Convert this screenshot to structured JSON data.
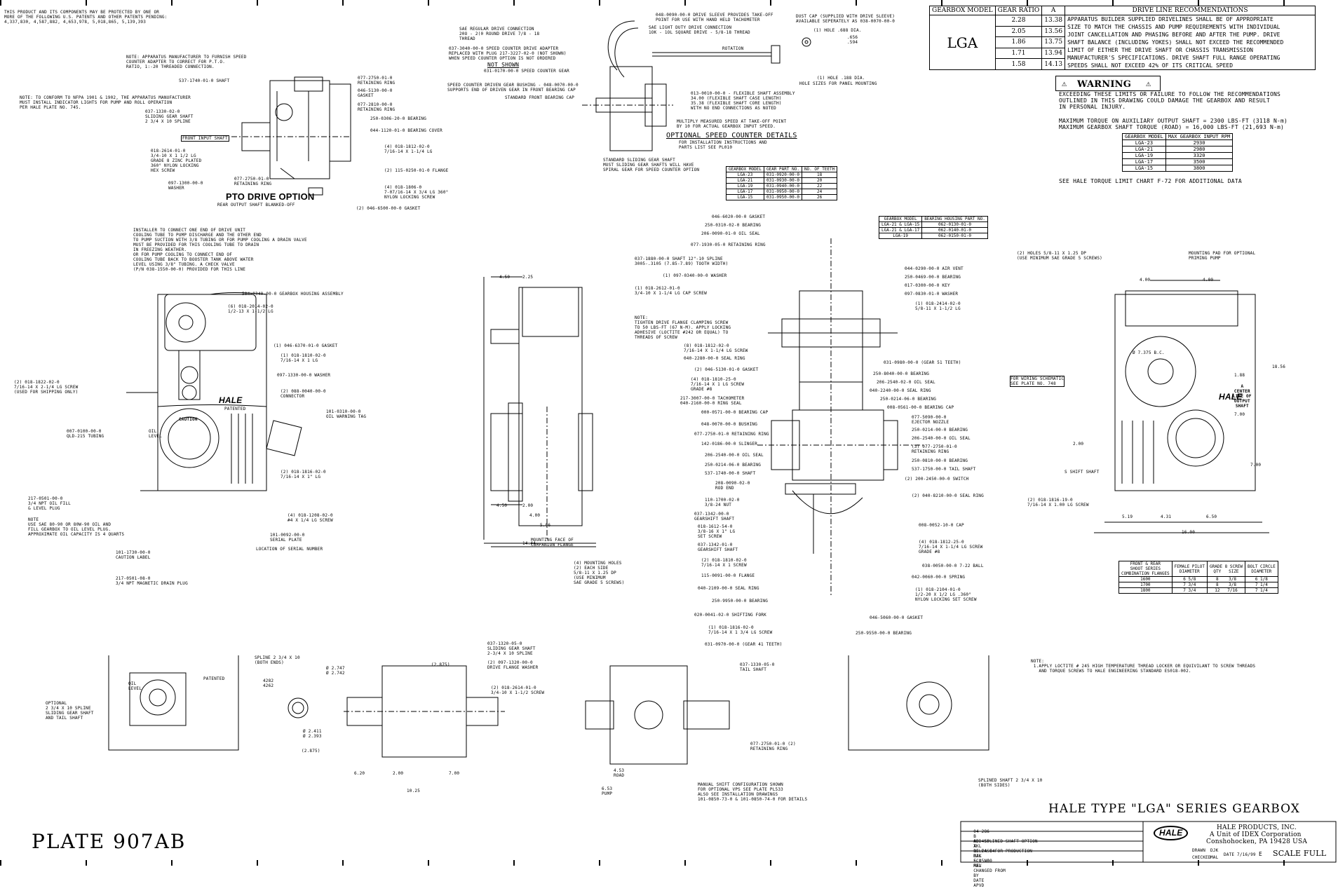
{
  "patent_note": "THIS PRODUCT AND ITS COMPONENTS MAY BE PROTECTED BY ONE OR\nMORE OF THE FOLLOWING U.S. PATENTS AND OTHER PATENTS PENDING:\n4,337,830, 4,587,882, 4,653,978, 5,018,865, 5,139,393",
  "driveline_table": {
    "headers": [
      "GEARBOX MODEL",
      "GEAR RATIO",
      "A",
      "DRIVE LINE RECOMMENDATIONS"
    ],
    "model": "LGA",
    "rows": [
      {
        "ratio": "2.28",
        "a": "13.38"
      },
      {
        "ratio": "2.05",
        "a": "13.56"
      },
      {
        "ratio": "1.86",
        "a": "13.75"
      },
      {
        "ratio": "1.71",
        "a": "13.94"
      },
      {
        "ratio": "1.58",
        "a": "14.13"
      }
    ],
    "recommendation": "APPARATUS BUILDER SUPPLIED DRIVELINES SHALL BE OF APPROPRIATE\nSIZE TO MATCH THE CHASSIS AND PUMP REQUIREMENTS WITH INDIVIDUAL\nJOINT CANCELLATION AND PHASING BEFORE AND AFTER THE PUMP. DRIVE\nSHAFT BALANCE (INCLUDING YOKES) SHALL NOT EXCEED THE RECOMMENDED\nLIMIT OF EITHER THE DRIVE SHAFT OR CHASSIS TRANSMISSION\nMANUFACTURER'S SPECIFICATIONS. DRIVE SHAFT FULL RANGE OPERATING\nSPEEDS SHALL NOT EXCEED 42% OF ITS CRITICAL SPEED"
  },
  "warning": {
    "title": "WARNING",
    "text": "EXCEEDING THESE LIMITS OR FAILURE TO FOLLOW THE RECOMMENDATIONS\nOUTLINED IN THIS DRAWING COULD DAMAGE THE GEARBOX AND RESULT\nIN PERSONAL INJURY.",
    "torque1": "MAXIMUM TORQUE ON AUXILIARY OUTPUT SHAFT = 2300 LBS-FT (3118 N-m)",
    "torque2": "MAXIMUM GEARBOX SHAFT TORQUE (ROAD) = 16,000 LBS-FT (21,693 N-m)",
    "rpm_headers": [
      "GEARBOX MODEL",
      "MAX GEARBOX INPUT RPM"
    ],
    "rpm_rows": [
      [
        "LGA-23",
        "2930"
      ],
      [
        "LGA-21",
        "2980"
      ],
      [
        "LGA-19",
        "3320"
      ],
      [
        "LGA-17",
        "3500"
      ],
      [
        "LGA-15",
        "3800"
      ]
    ],
    "see_chart": "SEE HALE TORQUE LIMIT CHART F-72 FOR ADDITIONAL DATA"
  },
  "pto": {
    "title": "PTO DRIVE OPTION",
    "subtitle": "REAR OUTPUT SHAFT BLANKED-OFF",
    "labels": [
      "NOTE: APPARATUS MANUFACTURER TO FURNISH SPEED\nCOUNTER ADAPTER TO CORRECT FOR P.T.O.\nRATIO, 1:-20 THREADED CONNECTION.",
      "NOTE: TO CONFORM TO NFPA 1901 & 1902, THE APPARATUS MANUFACTURER\nMUST INSTALL INDICATOR LIGHTS FOR PUMP AND ROLL OPERATION\nPER HALE PLATE NO. 745.",
      "537-1740-01-0 SHAFT",
      "037-1330-02-0\nSLIDING GEAR SHAFT\n2 3/4 X 10 SPLINE",
      "FRONT INPUT SHAFT",
      "018-2614-01-0\n3/4-10 X 1 1/2 LG\nGRADE 8 ZINC PLATED\n360° NYLON LOCKING\nHEX SCREW",
      "097-1300-00-0\nWASHER",
      "077-2750-01-0\nRETAINING RING",
      "077-2750-01-0\nRETAINING RING",
      "046-5130-00-0\nGASKET",
      "077-2810-00-0\nRETAINING RING",
      "250-0306-20-0 BEARING",
      "044-1120-01-0 BEARING COVER",
      "(4) 018-1812-02-0\n7/16-14 X 1-1/4 LG",
      "(2) 115-0250-01-0 FLANGE",
      "(4) 018-1806-0\n7-07/16-14 X 3/4 LG 360°\nNYLON LOCKING SCREW",
      "(2) 046-6500-00-0 GASKET"
    ]
  },
  "speed_counter": {
    "title": "OPTIONAL SPEED COUNTER DETAILS",
    "subtitle": "FOR INSTALLATION INSTRUCTIONS AND\nPARTS LIST SEE PL010",
    "not_shown": "NOT SHOWN",
    "labels": [
      "SAE REGULAR DRIVE CONNECTION\n20O - 2(0 ROUND DRIVE 7/8 - 18\nTHREAD",
      "037-3040-00-0 SPEED COUNTER DRIVE ADAPTER\nREPLACED WITH PLUG 217-3227-02-0 (NOT SHOWN)\nWHEN SPEED COUNTER OPTION IS NOT ORDERED",
      "031-0170-00-0 SPEED COUNTER GEAR",
      "SPEED COUNTER DRIVEN GEAR BUSHING - 048-0070-00-0\nSUPPORTS END OF DRIVEN GEAR IN FRONT BEARING CAP",
      "STANDARD FRONT BEARING CAP",
      "048-0090-00-0 DRIVE SLEEVE PROVIDES TAKE-OFF\nPOINT FOR USE WITH HAND HELD TACHOMETER",
      "SAE LIGHT DUTY DRIVE CONNECTION\n1OK - 1OL SQUARE DRIVE - 5/8-18 THREAD",
      "DUST CAP (SUPPLIED WITH DRIVE SLEEVE)\nAVAILABLE SEPERATELY AS 038-0070-00-0",
      "(1) HOLE .688 DIA.",
      "(1) HOLE .188 DIA.",
      "HOLE SIZES FOR PANEL MOUNTING",
      "ROTATION",
      ".656\n.594",
      "013-0010-00-0 - FLEXIBLE SHAFT ASSEMBLY\n34.00 (FLEXIBLE SHAFT CASE LENGTH)\n35.38 (FLEXIBLE SHAFT CORE LENGTH)\nWITH NO END CONNECTIONS AS NOTED",
      "MULTIPLY MEASURED SPEED AT TAKE-OFF POINT\nBY 10 FOR ACTUAL GEARBOX INPUT SPEED.",
      "STANDARD SLIDING GEAR SHAFT\nMUST SLIDING GEAR SHAFTS WILL HAVE\nSPIRAL GEAR FOR SPEED COUNTER OPTION"
    ],
    "gear_headers": [
      "GEARBOX MODEL",
      "GEAR PART NO.",
      "NO. OF TEETH"
    ],
    "gear_rows": [
      [
        "LGA-23",
        "031-0920-00-0",
        "18"
      ],
      [
        "LGA-21",
        "031-0930-00-0",
        "20"
      ],
      [
        "LGA-19",
        "031-0940-00-0",
        "22"
      ],
      [
        "LGA-17",
        "031-0950-00-0",
        "24"
      ],
      [
        "LGA-15",
        "031-0950-00-0",
        "26"
      ]
    ]
  },
  "housing_table": {
    "headers": [
      "GEARBOX MODEL",
      "BEARING HOUSING PART NO."
    ],
    "rows": [
      [
        "LGA-21 & LGA-15",
        "062-0130-01-0"
      ],
      [
        "LGA-21 & LGA-17",
        "062-0140-01-0"
      ],
      [
        "LGA-19",
        "062-0150-01-0"
      ]
    ]
  },
  "left_view_labels": [
    "INSTALLER TO CONNECT ONE END OF DRIVE UNIT\nCOOLING TUBE TO PUMP DISCHARGE AND THE OTHER END\nTO PUMP SUCTION WITH 3/8 TUBING OR FOR PUMP COOLING A DRAIN VALVE\nMUST BE PROVIDED FOR THIS COOLING TUBE TO DRAIN\nIN FREEZING WEATHER.\nOR FOR PUMP COOLING TO CONNECT END OF\nCOOLING TUBE BACK TO BOOSTER TANK ABOVE WATER\nLEVEL USING 3/8\" TUBING. A CHECK VALVE\n(P/N 038-1550-00-0) PROVIDED FOR THIS LINE",
    "504-0340-00-0 GEARBOX HOUSING ASSEMBLY",
    "(6) 018-2014-02-0\n1/2-13 X 1-1/2 LG",
    "(1) 046-6370-01-0 GASKET",
    "(1) 018-1810-02-0\n7/16-14 X 1 LG",
    "097-1330-00-0 WASHER",
    "(2) 018-1822-02-0\n7/16-14 X 2-1/4 LG SCREW\n(USED FOR SHIPPING ONLY)",
    "(2) 088-0040-00-0\nCONNECTOR",
    "101-0310-00-0\nOIL WARNING TAG",
    "007-0100-00-0\nQLD-215 TUBING",
    "(2) 018-1816-02-0\n7/16-14 X 1\" LG",
    "217-0501-00-0\n3/4 NPT OIL FILL\n& LEVEL PLUG",
    "NOTE\nUSE SAE 80-90 OR 80W-90 OIL AND\nFILL GEARBOX TO OIL LEVEL PLUG.\nAPPROXIMATE OIL CAPACITY IS 4 QUARTS",
    "(4) 018-1208-02-0\n#4 X 1/4 LG SCREW",
    "101-0092-00-0\nSERIAL PLATE",
    "LOCATION OF SERIAL NUMBER",
    "101-1730-00-0\nCAUTION LABEL",
    "217-0501-08-0\n3/4 NPT MAGNETIC DRAIN PLUG",
    "HALE",
    "PATENTED",
    "CAUTION",
    "OIL\nLEVEL"
  ],
  "side_view_labels": [
    "4.50",
    "2.25",
    "4.50",
    "2.00",
    "4.00",
    "5.06",
    "14.44",
    "MOUNTING FACE OF\nCOMPANION FLANGE",
    "(4) MOUNTING HOLES\n(2) EACH SIDE\n5/8-11 X 1.25 DP\n(USE MINIMUM\nSAE GRADE 5 SCREWS)"
  ],
  "center_labels_left": [
    "046-6020-00-0 GASKET",
    "250-0310-02-0 BEARING",
    "206-0090-01-0 OIL SEAL",
    "077-1930-05-0 RETAINING RING",
    "037-1880-00-0 SHAFT 12\"-10 SPLINE\n3005-.3105 (7.85-7.89) TOOTH WIDTH)",
    "(1) 097-0340-00-0 WASHER",
    "(1) 018-2612-01-0\n3/4-10 X 1-1/4 LG CAP SCREW",
    "NOTE:\nTIGHTEN DRIVE FLANGE CLAMPING SCREW\nTO 50 LBS-FT (67 N-M). APPLY LOCKING\nADHESIVE (LOCTITE #242 OR EQUAL) TO\nTHREADS OF SCREW",
    "(8) 018-1812-02-0\n7/16-14 X 1-1/4 LG SCREW",
    "040-2280-00-0 SEAL RING",
    "(2) 046-5130-01-0 GASKET",
    "(4) 018-1810-25-0\n7/16-14 X 1 LG SCREW\nGRADE #8",
    "217-3007-00-0 TACHOMETER\n040-2160-00-0 RING SEAL",
    "000-0571-00-0 BEARING CAP",
    "048-0070-00-0 BUSHING",
    "077-2750-01-0 RETAINING RING",
    "142-0186-00-0 SLINGER",
    "206-2540-00-0 OIL SEAL",
    "250-0214-06-0 BEARING",
    "537-1740-00-0 SHAFT",
    "208-0090-02-0\nROD END",
    "110-1700-02-0\n3/8-24 NUT",
    "037-1342-00-0\nGEARSHIFT SHAFT",
    "018-1612-54-0\n3/8-16 X 1\" LG\nSET SCREW",
    "037-1342-01-0\nGEARSHIFT SHAFT",
    "(2) 018-1810-02-0\n7/16-14 X 1 SCREW",
    "115-0091-00-0 FLANGE",
    "040-2109-00-0 SEAL RING",
    "250-9950-00-0 BEARING",
    "020-0041-02-0 SHIFTING FORK",
    "(1) 018-1816-02-0\n7/16-14 X 1 3/4 LG SCREW",
    "031-0970-00-0 (GEAR 41 TEETH)"
  ],
  "center_labels_right": [
    "044-0290-00-0 AIR VENT",
    "250-0469-00-0 BEARING",
    "017-0300-00-0 KEY",
    "097-0830-01-0 WASHER",
    "(1) 018-2414-02-0\n5/8-11 X 1-1/2 LG",
    "031-0980-00-0 (GEAR 51 TEETH)",
    "250-8040-00-0 BEARING",
    "206-2540-02-0 OIL SEAL",
    "040-2240-00-0 SEAL RING",
    "250-0214-06-0 BEARING",
    "008-0561-00-0 BEARING CAP",
    "077-5090-00-0\nEJECTOR NOZZLE",
    "250-0214-00-0 BEARING",
    "206-2540-00-0 OIL SEAL",
    "(3) 077-2750-01-0\nRETAINING RING",
    "250-0810-00-0 BEARING",
    "537-1750-00-0 TAIL SHAFT",
    "(2) 200-2450-00-0 SWITCH",
    "(2) 040-8210-00-0 SEAL RING",
    "008-0052-10-0 CAP",
    "(4) 018-1812-25-0\n7/16-14 X 1-1/4 LG SCREW\nGRADE #8",
    "038-0050-00-0 7-22 BALL",
    "042-0060-00-0 SPRING",
    "(1) 018-2104-01-0\n1/2-20 X 1/2 LG .360°\nNYLON LOCKING SET SCREW",
    "046-5060-00-0 GASKET",
    "250-9550-00-0 BEARING"
  ],
  "right_view_labels": [
    "(2) HOLES 5/8-11 X 1.25 DP\n(USE MINIMUM SAE GRADE 5 SCREWS)",
    "MOUNTING PAD FOR OPTIONAL\nPRIMING PUMP",
    "4.00",
    "4.00",
    "Ø 7.375 B.C.",
    "18.56",
    "1.88",
    "A\nCENTER\nLINE OF\nOUTPUT\nSHAFT",
    "7.00",
    "7.00",
    "2.00",
    "FOR WIRING SCHEMATIC\nSEE PLATE NO. 748",
    "S SHIFT SHAFT",
    "(2) 018-1816-19-0\n7/16-14 X 1.00 LG SCREW",
    "5.19",
    "4.31",
    "6.50",
    "16.00",
    "HALE"
  ],
  "flange_table": {
    "headers": [
      "FRONT & REAR\nSHOOT SERIES\nCOMBINATION FLANGES",
      "FEMALE PILOT\nDIAMETER",
      "GRADE 8 SCREW\nQTY   SIZE",
      "BOLT CIRCLE\nDIAMETER"
    ],
    "rows": [
      [
        "1600",
        "6 5/8",
        "8    3/8",
        "6 1/8"
      ],
      [
        "1700",
        "7 3/4",
        "8    3/8",
        "7 1/4"
      ],
      [
        "1800",
        "7 3/4",
        "12   7/16",
        "7 1/4"
      ]
    ]
  },
  "bottom_labels": [
    "OPTIONAL\n2 3/4 X 10 SPLINE\nSLIDING GEAR SHAFT\nAND TAIL SHAFT",
    "SPLINE 2 3/4 X 10\n(BOTH ENDS)",
    "Ø 2.747\nØ 2.742",
    "4282\n4262",
    "Ø 2.411\nØ 2.393",
    "(2.875)",
    "(2.875)",
    "6.20",
    "2.00",
    "7.00",
    "10.25",
    "4.53\nROAD",
    "6.53\nPUMP",
    "037-1320-05-0\nSLIDING GEAR SHAFT\n2-3/4 X 10 SPLINE",
    "(2) 097-1320-00-0\nDRIVE FLANGE WASHER",
    "(2) 018-2614-01-0\n3/4-10 X 1-1/2 SCREW",
    "037-1330-05-0\nTAIL SHAFT",
    "077-2750-01-0 (2)\nRETAINING RING",
    "MANUAL SHIFT CONFIGURATION SHOWN\nFOR OPTIONAL VPS SEE PLATE PL533\nALSO SEE INSTALLATION DRAWINGS\n101-0850-73-0 & 101-0850-74-0 FOR DETAILS",
    "SPLINED SHAFT 2 3/4 X 10\n(BOTH SIDES)",
    "PATENTED",
    "OIL\nLEVEL"
  ],
  "general_note": "NOTE:\n 1.APPLY LOCTITE # 245 HIGH TEMPERATURE THREAD LOCKER OR EQUIVILANT TO SCREW THREADS\n   AND TORQUE SCREWS TO HALE ENGINEERING STANDARD ES018-002.",
  "title": "HALE TYPE \"LGA\" SERIES GEARBOX",
  "plate": "PLATE 907AB",
  "title_block": {
    "company": "HALE PRODUCTS, INC.",
    "division": "A Unit of IDEX Corporation",
    "address": "Conshohocken, PA 19428 USA",
    "logo": "HALE",
    "revisions": [
      [
        "04-286",
        "B",
        "ADD SPLINED SHAFT OPTION",
        "TKL",
        "11-24-04",
        "MAL"
      ],
      [
        "00-455",
        "A",
        "RELEASE FOR PRODUCTION",
        "DJK",
        "5-15-00",
        "MAL"
      ],
      [
        "ECO NO.",
        "REV",
        "CHANGED FROM",
        "BY",
        "DATE",
        "APVD"
      ]
    ],
    "drawn_label": "DRAWN",
    "drawn": "DJK",
    "checked_label": "CHECKED",
    "checked": "MAL",
    "date": "DATE 7/16/99",
    "scale": "SCALE FULL",
    "size": "E"
  }
}
